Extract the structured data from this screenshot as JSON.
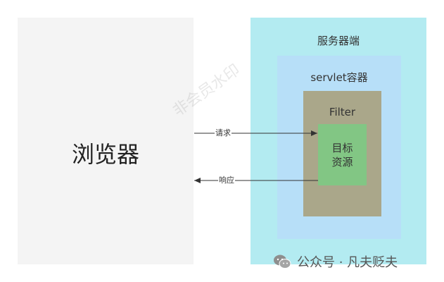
{
  "browser": {
    "label": "浏览器"
  },
  "server": {
    "label": "服务器端"
  },
  "servlet_container": {
    "label": "servlet容器"
  },
  "filter": {
    "label": "Filter"
  },
  "target_resource": {
    "line1": "目标",
    "line2": "资源"
  },
  "arrows": {
    "request": "请求",
    "response": "响应"
  },
  "watermark": "非会员水印",
  "footer": {
    "text": "公众号 · 凡夫贬夫",
    "icon": "wechat-icon"
  },
  "colors": {
    "browser_bg": "#f4f4f4",
    "server_bg": "#b3ebf1",
    "container_bg": "#b7dff8",
    "filter_bg": "#aaa78a",
    "target_bg": "#82c684",
    "arrow": "#333333"
  }
}
